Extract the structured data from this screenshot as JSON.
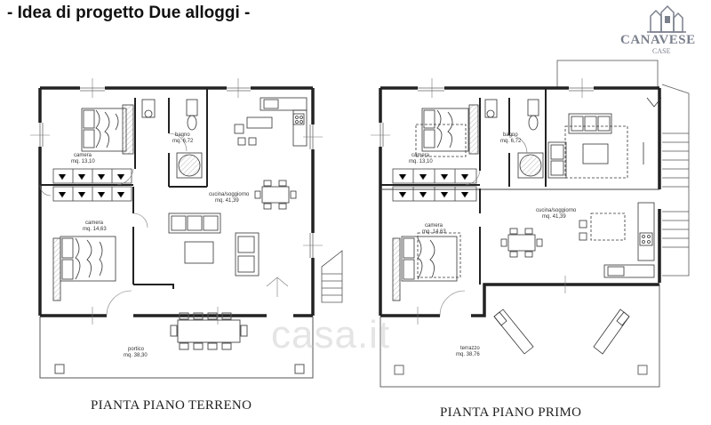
{
  "title": "- Idea di progetto Due alloggi -",
  "logo": {
    "name": "CANAVESE",
    "sub": "CASE"
  },
  "watermark": "casa.it",
  "plans": {
    "ground": {
      "caption": "PIANTA PIANO TERRENO",
      "rooms": {
        "camera1": {
          "name": "camera",
          "area": "mq. 13,10"
        },
        "bagno": {
          "name": "bagno",
          "area": "mq. 6,72"
        },
        "cucina": {
          "name": "cucina/soggiorno",
          "area": "mq. 41,39"
        },
        "camera2": {
          "name": "camera",
          "area": "mq. 14,63"
        },
        "portico": {
          "name": "portico",
          "area": "mq. 38,30"
        }
      }
    },
    "first": {
      "caption": "PIANTA PIANO PRIMO",
      "rooms": {
        "camera1": {
          "name": "camera",
          "area": "mq. 13,10"
        },
        "bagno": {
          "name": "bagno",
          "area": "mq. 6,72"
        },
        "cucina": {
          "name": "cucina/soggiorno",
          "area": "mq. 41,39"
        },
        "camera2": {
          "name": "camera",
          "area": "mq. 14,63"
        },
        "terrazzo": {
          "name": "terrazzo",
          "area": "mq. 38,76"
        }
      }
    }
  }
}
